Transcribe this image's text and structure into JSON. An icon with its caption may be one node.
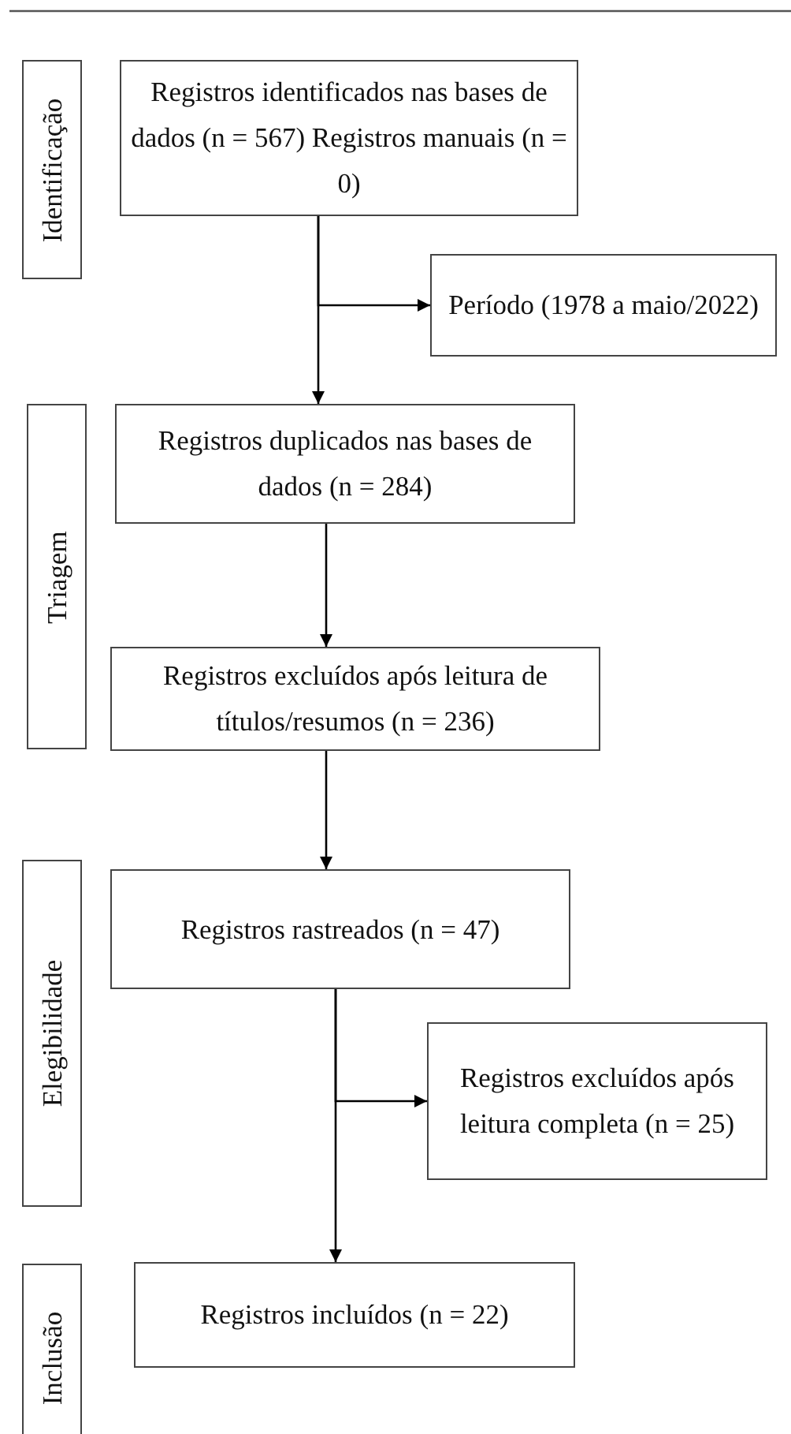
{
  "diagram": {
    "nodes": [
      {
        "text": [
          "Identificação"
        ]
      },
      {
        "text": [
          "Registros identificados nas bases de dados (n = 567) Registros manuais (n = 0)"
        ]
      },
      {
        "text": [
          "Período (1978 a maio/2022)"
        ]
      },
      {
        "text": [
          "Triagem"
        ]
      },
      {
        "text": [
          "Registros duplicados nas bases de dados (n = 284)"
        ]
      },
      {
        "text": [
          "Registros excluídos após leitura de títulos/resumos (n = 236)"
        ]
      },
      {
        "text": [
          "Elegibilidade"
        ]
      },
      {
        "text": [
          "Registros rastreados (n = 47)"
        ]
      },
      {
        "text": [
          "Registros excluídos após leitura completa (n = 25)"
        ]
      },
      {
        "text": [
          "Inclusão"
        ]
      },
      {
        "text": [
          "Registros incluídos (n = 22)"
        ]
      }
    ],
    "edges": [
      {
        "from": 1,
        "to": 2,
        "arrow": "to"
      },
      {
        "from": 1,
        "to": 4,
        "arrow": "to"
      },
      {
        "from": 4,
        "to": 5,
        "arrow": "to"
      },
      {
        "from": 5,
        "to": 7,
        "arrow": "to"
      },
      {
        "from": 7,
        "to": 8,
        "arrow": "to"
      },
      {
        "from": 7,
        "to": 10,
        "arrow": "to"
      }
    ]
  }
}
